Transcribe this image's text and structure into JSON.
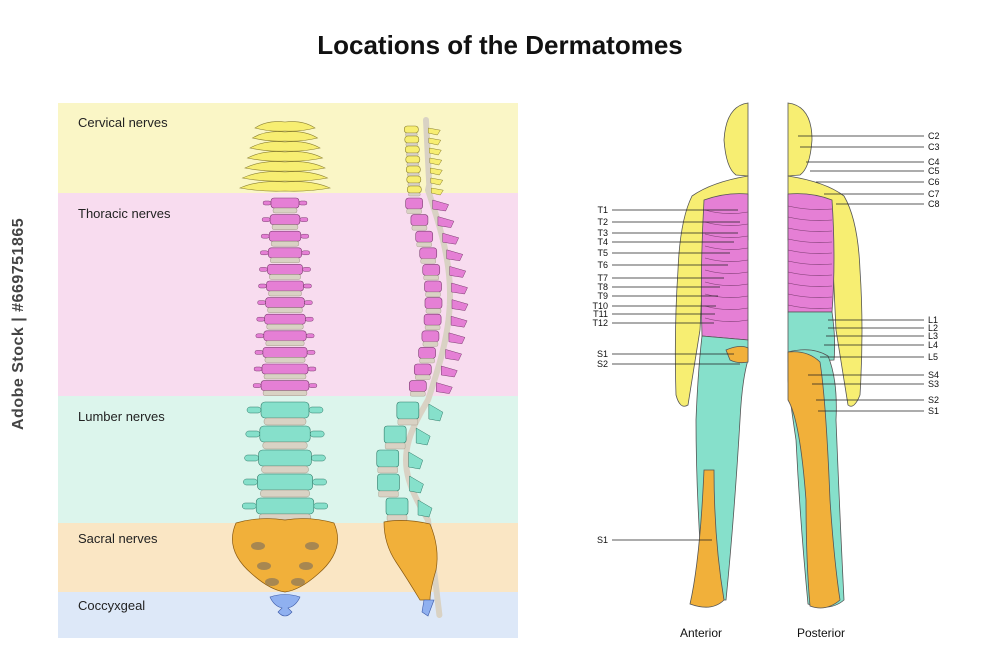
{
  "title": "Locations of the Dermatomes",
  "stock_id": "Adobe Stock | #669751865",
  "colors": {
    "cervical": "#faf6c6",
    "thoracic": "#f8dcef",
    "lumbar": "#dcf5ec",
    "sacral": "#fae6c4",
    "coccyx": "#dde8f8",
    "cervical_bone": "#f7ee72",
    "thoracic_bone": "#e57fd5",
    "lumbar_bone": "#86e0cb",
    "sacral_bone": "#f1b03a",
    "coccyx_bone": "#8fb0f0",
    "disc": "#d9d2c4"
  },
  "regions": [
    {
      "label": "Cervical nerves"
    },
    {
      "label": "Thoracic nerves"
    },
    {
      "label": "Lumber nerves"
    },
    {
      "label": "Sacral nerves"
    },
    {
      "label": "Coccyxgeal"
    }
  ],
  "anterior": {
    "view_label": "Anterior",
    "labels": [
      "T1",
      "T2",
      "T3",
      "T4",
      "T5",
      "T6",
      "T7",
      "T8",
      "T9",
      "T10",
      "T11",
      "T12",
      "S1",
      "S2",
      "S1"
    ]
  },
  "posterior": {
    "view_label": "Posterior",
    "labels": [
      "C2",
      "C3",
      "C4",
      "C5",
      "C6",
      "C7",
      "C8",
      "L1",
      "L2",
      "L3",
      "L4",
      "L5",
      "S4",
      "S3",
      "S2",
      "S1"
    ]
  }
}
